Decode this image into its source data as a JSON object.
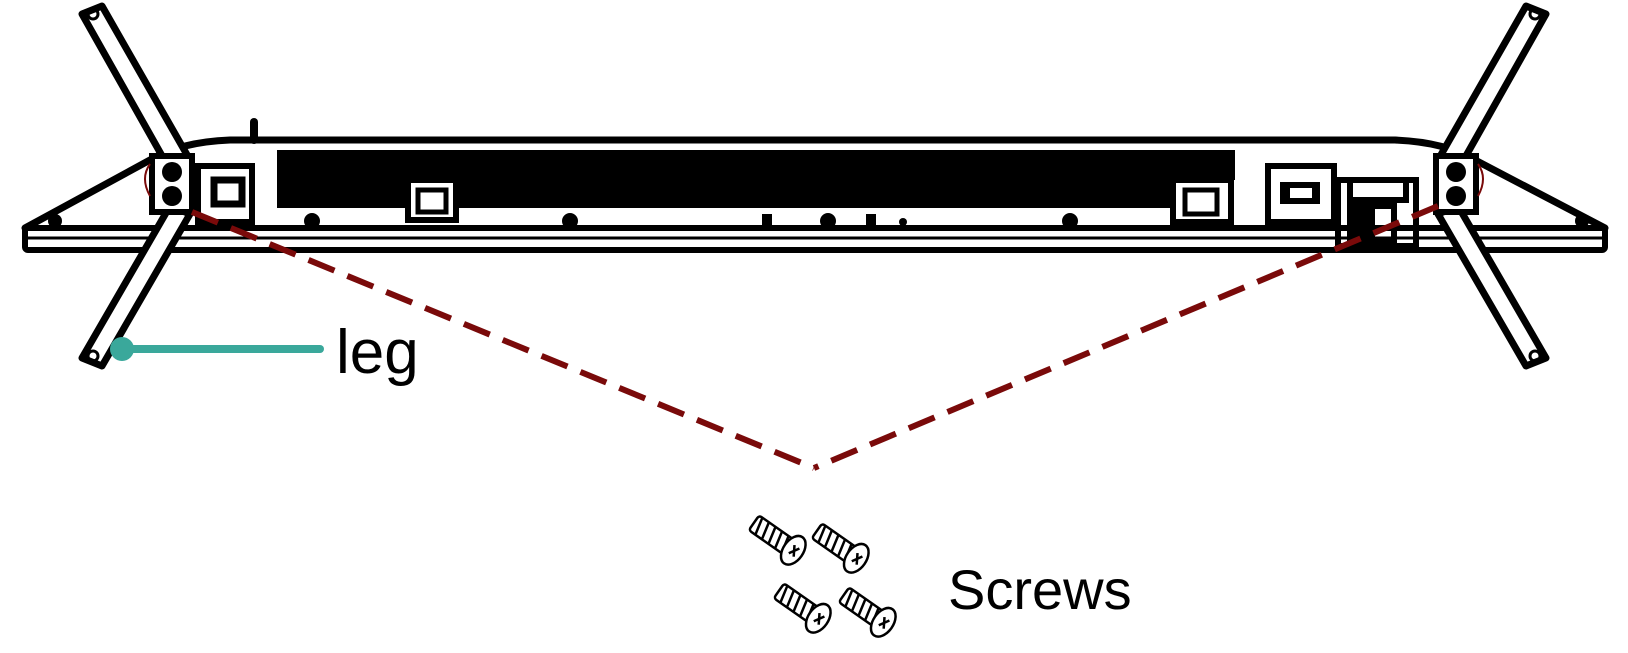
{
  "labels": {
    "leg": "leg",
    "screws": "Screws"
  },
  "colors": {
    "outline": "#000000",
    "leg_callout": "#3aa89b",
    "screw_guide": "#7a0a0a"
  },
  "parts": {
    "tv_body": "tv-bottom-edge",
    "left_leg": "leg-left",
    "right_leg": "leg-right",
    "screws_count": 4
  }
}
